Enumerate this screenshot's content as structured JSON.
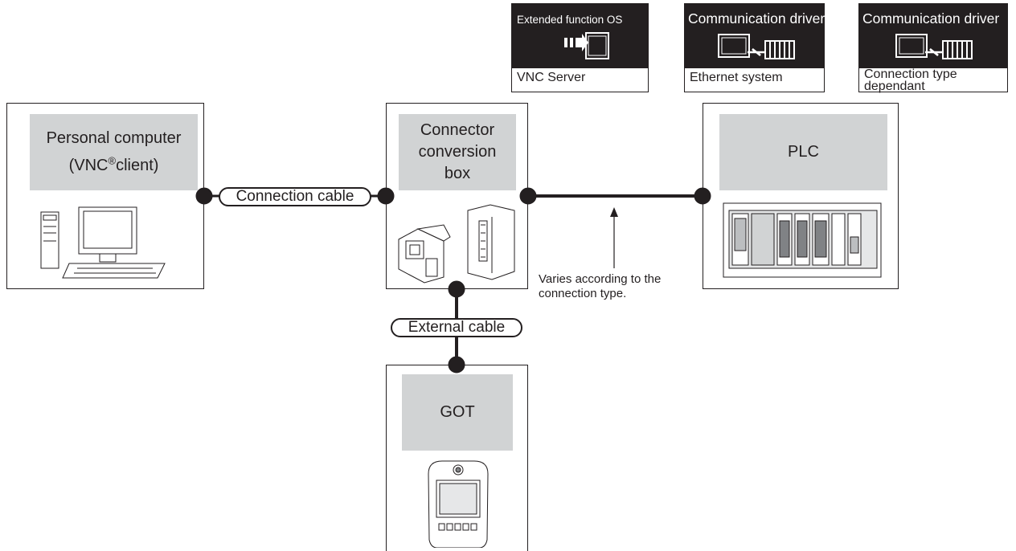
{
  "cards": [
    {
      "header": "Extended function OS",
      "body": "VNC Server",
      "icon": "software-transfer-icon"
    },
    {
      "header": "Communication driver",
      "body": "Ethernet system",
      "icon": "communication-driver-icon"
    },
    {
      "header": "Communication driver",
      "body_line1": "Connection type",
      "body_line2": "dependant",
      "icon": "communication-driver-icon"
    }
  ],
  "devices": {
    "pc": {
      "label_line1": "Personal computer",
      "label_line2_pre": "(VNC",
      "label_line2_sup": "®",
      "label_line2_post": "client)"
    },
    "connector_box": {
      "label_line1": "Connector",
      "label_line2": "conversion",
      "label_line3": "box"
    },
    "plc": {
      "label": "PLC"
    },
    "got": {
      "label": "GOT"
    }
  },
  "cables": {
    "connection": "Connection cable",
    "external": "External cable"
  },
  "note": {
    "line1": "Varies according to the",
    "line2": "connection type."
  },
  "colors": {
    "line": "#231f20",
    "label_fill": "#d1d3d4",
    "header_fill": "#231f20"
  }
}
